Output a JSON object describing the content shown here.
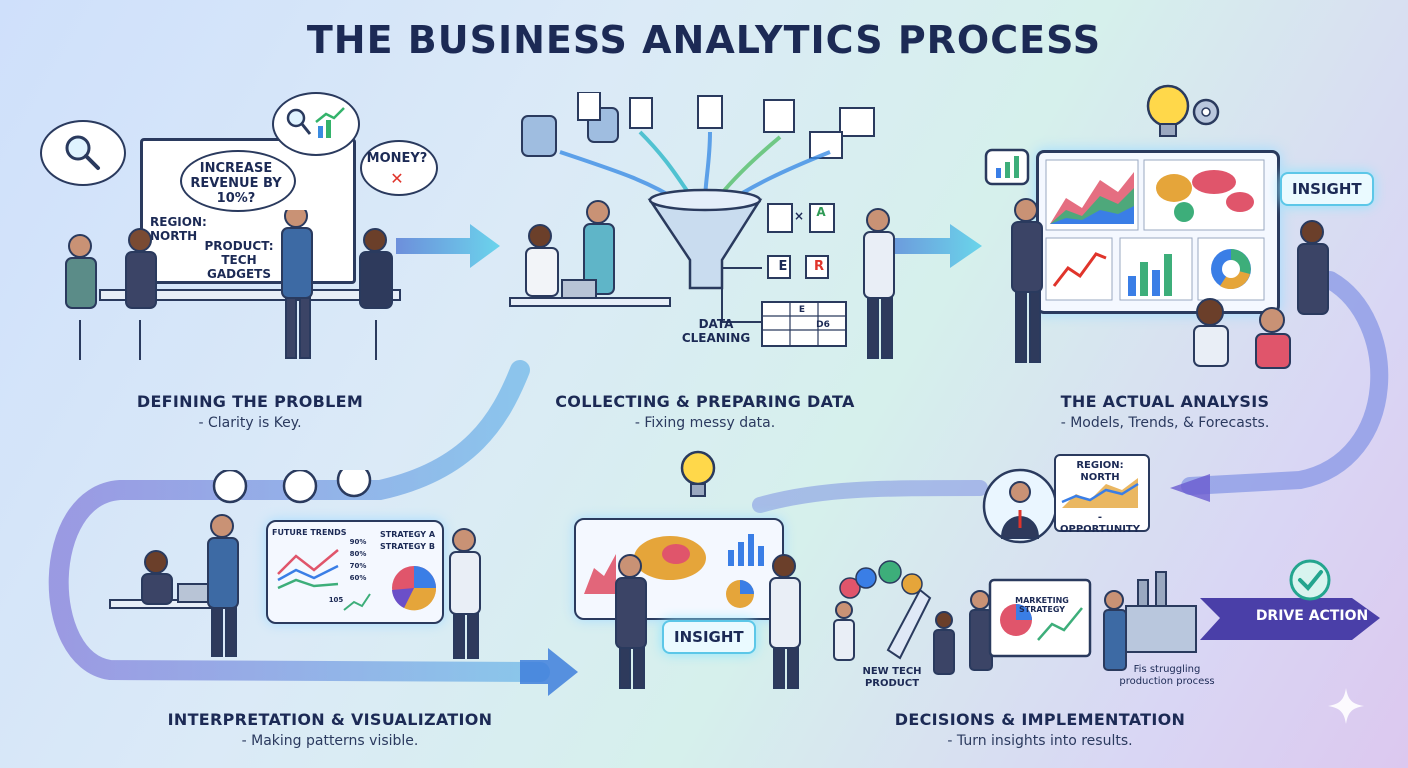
{
  "title": "THE BUSINESS ANALYTICS PROCESS",
  "stages": [
    {
      "title": "DEFINING THE PROBLEM",
      "subtitle": "- Clarity is Key."
    },
    {
      "title": "COLLECTING & PREPARING DATA",
      "subtitle": "- Fixing messy data."
    },
    {
      "title": "THE ACTUAL ANALYSIS",
      "subtitle": "- Models, Trends, & Forecasts."
    },
    {
      "title": "INTERPRETATION & VISUALIZATION",
      "subtitle": "- Making patterns visible."
    },
    {
      "title": "DECISIONS & IMPLEMENTATION",
      "subtitle": "- Turn insights into results."
    }
  ],
  "whiteboard": {
    "goal": "INCREASE REVENUE BY 10%?",
    "region": "REGION: NORTH",
    "product": "PRODUCT: TECH GADGETS"
  },
  "money_bubble": "MONEY?",
  "data_cleaning": "DATA CLEANING",
  "cleaning_letters": {
    "e": "E",
    "r": "R",
    "x": "×",
    "a": "A"
  },
  "grid_cells": {
    "e": "E",
    "d6": "D6"
  },
  "insight_label": "INSIGHT",
  "insight_label_2": "INSIGHT",
  "region_card": {
    "region": "REGION: NORTH",
    "note": "- OPPORTUNITY"
  },
  "viz_board": {
    "future": "FUTURE TRENDS",
    "strategy_a": "STRATEGY A",
    "strategy_b": "STRATEGY B",
    "pcts": [
      "90%",
      "80%",
      "70%",
      "60%"
    ],
    "small": "105"
  },
  "decisions": {
    "product": "NEW TECH PRODUCT",
    "marketing": "MARKETING STRATEGY",
    "production": "Fis struggling production process"
  },
  "drive_action": "DRIVE ACTION",
  "colors": {
    "accent": "#2f8fd6",
    "flow": "#4ab6e8",
    "purple": "#6b4fc8",
    "ink": "#1c2a55"
  }
}
